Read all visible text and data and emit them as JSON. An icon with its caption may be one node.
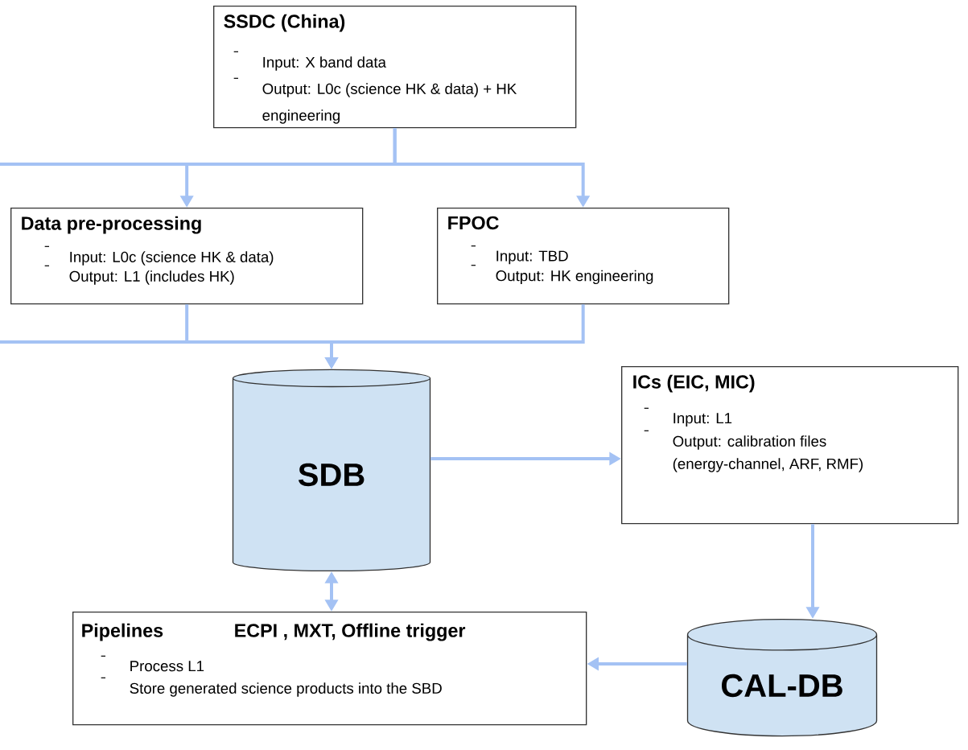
{
  "diagram": {
    "nodes": [
      {
        "text": [
          "SSDC (China)",
          "Input: X band data",
          "Output: L0c (science HK & data) + HK engineering"
        ]
      },
      {
        "text": [
          "Data pre-processing",
          "Input: L0c (science HK & data)",
          "Output: L1 (includes HK)"
        ]
      },
      {
        "text": [
          "FPOC",
          "Input: TBD",
          "Output: HK engineering"
        ]
      },
      {
        "text": [
          "SDB"
        ]
      },
      {
        "text": [
          "ICs (EIC, MIC)",
          "Input: L1",
          "Output: calibration files (energy-channel, ARF, RMF)"
        ]
      },
      {
        "text": [
          "Pipelines",
          "ECPI , MXT, Offline trigger",
          "Process L1",
          "Store generated science products into the SBD"
        ]
      },
      {
        "text": [
          "CAL-DB"
        ]
      }
    ],
    "edges": [
      {
        "from": 0,
        "to": 1,
        "arrow": "to"
      },
      {
        "from": 0,
        "to": 2,
        "arrow": "to"
      },
      {
        "from": 1,
        "to": 3,
        "arrow": "to"
      },
      {
        "from": 2,
        "to": 3,
        "arrow": "to"
      },
      {
        "from": 3,
        "to": 4,
        "arrow": "to"
      },
      {
        "from": 4,
        "to": 6,
        "arrow": "to"
      },
      {
        "from": 6,
        "to": 5,
        "arrow": "to"
      },
      {
        "from": 3,
        "to": 5,
        "arrow": "both"
      }
    ]
  }
}
